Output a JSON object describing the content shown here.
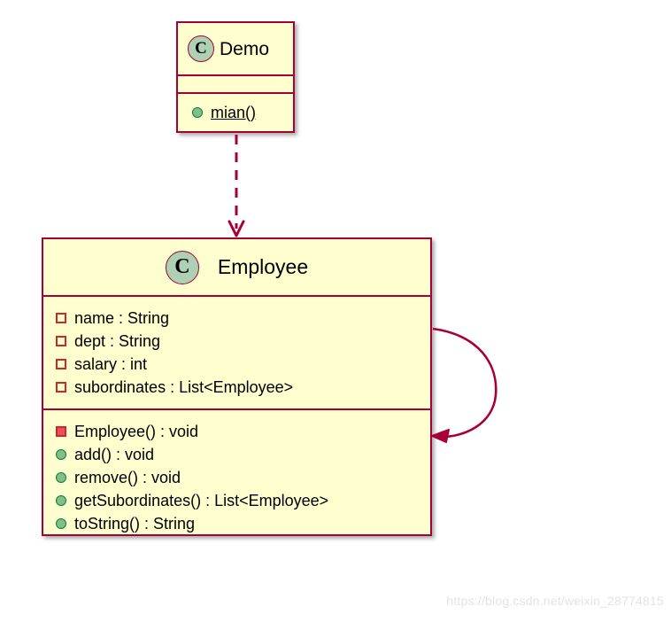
{
  "diagram": {
    "kind": "uml-class-diagram",
    "background_color": "#FFFFFF",
    "class_fill_color": "#FEFECE",
    "class_border_color": "#A80036",
    "badge_fill_color": "#ADD1B2",
    "public_marker_color": "#84BE84",
    "private_marker_color": "#F24D5C",
    "connector_color": "#A80036"
  },
  "classes": [
    {
      "id": "demo",
      "name": "Demo",
      "stereotype_letter": "C",
      "attributes": [],
      "methods": [
        {
          "visibility": "public",
          "marker": "circle-green",
          "label": "mian()",
          "static": true
        }
      ]
    },
    {
      "id": "employee",
      "name": "Employee",
      "stereotype_letter": "C",
      "attributes": [
        {
          "visibility": "private",
          "marker": "square-hollow",
          "label": "name : String"
        },
        {
          "visibility": "private",
          "marker": "square-hollow",
          "label": "dept : String"
        },
        {
          "visibility": "private",
          "marker": "square-hollow",
          "label": "salary : int"
        },
        {
          "visibility": "private",
          "marker": "square-hollow",
          "label": "subordinates : List<Employee>"
        }
      ],
      "methods": [
        {
          "visibility": "private",
          "marker": "square-filled",
          "label": "Employee() : void"
        },
        {
          "visibility": "public",
          "marker": "circle-green",
          "label": "add() : void"
        },
        {
          "visibility": "public",
          "marker": "circle-green",
          "label": "remove() : void"
        },
        {
          "visibility": "public",
          "marker": "circle-green",
          "label": "getSubordinates() : List<Employee>"
        },
        {
          "visibility": "public",
          "marker": "circle-green",
          "label": "toString() : String"
        }
      ]
    }
  ],
  "relationships": [
    {
      "id": "demo-depends-employee",
      "type": "dependency",
      "line_style": "dashed",
      "from": "Demo",
      "to": "Employee",
      "label": ""
    },
    {
      "id": "employee-self-association",
      "type": "association",
      "line_style": "solid",
      "from": "Employee",
      "to": "Employee",
      "label": ""
    }
  ],
  "watermark": {
    "text": "https://blog.csdn.net/weixin_28774815"
  }
}
